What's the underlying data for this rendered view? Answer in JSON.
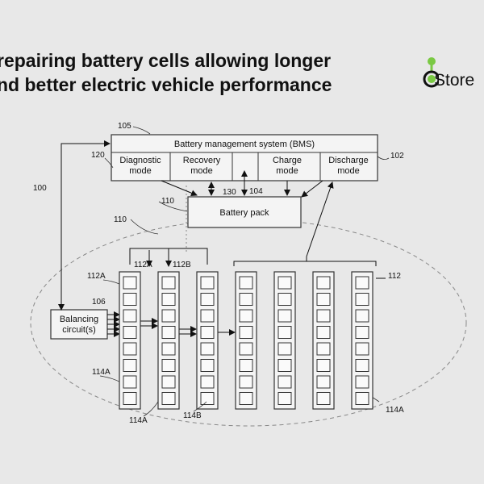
{
  "title": {
    "line1": "repairing battery cells allowing longer",
    "line2": "nd better electric vehicle performance"
  },
  "logo": {
    "text": "Store",
    "accent": "#7ac943",
    "dark": "#111111"
  },
  "diagram": {
    "bms_label": "Battery management system (BMS)",
    "modes": [
      {
        "line1": "Diagnostic",
        "line2": "mode"
      },
      {
        "line1": "Recovery",
        "line2": "mode"
      },
      {
        "line1": "Charge",
        "line2": "mode"
      },
      {
        "line1": "Discharge",
        "line2": "mode"
      }
    ],
    "battery_pack_label": "Battery pack",
    "balancing": {
      "line1": "Balancing",
      "line2": "circuit(s)"
    },
    "refs": {
      "r105": "105",
      "r120": "120",
      "r102": "102",
      "r100": "100",
      "r130": "130",
      "r104": "104",
      "r110a": "110",
      "r110b": "110",
      "r112a_left": "112A",
      "r112a_top": "112A",
      "r112b": "112B",
      "r112": "112",
      "r106": "106",
      "r114a_left": "114A",
      "r114a_bottom": "114A",
      "r114b": "114B",
      "r114a_right": "114A"
    }
  }
}
